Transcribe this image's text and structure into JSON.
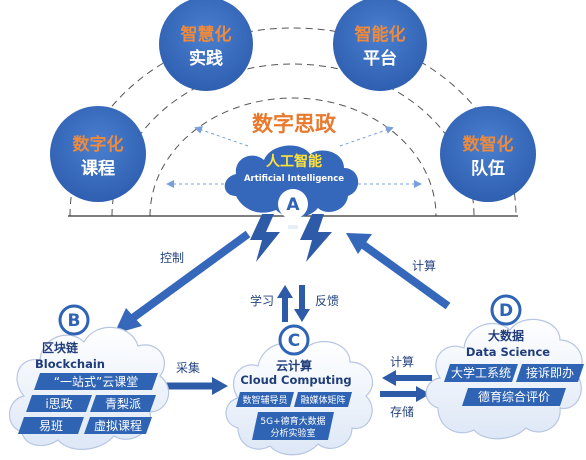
{
  "title": "数字思政",
  "top_circles": [
    {
      "line1": "数字化",
      "line2": "课程"
    },
    {
      "line1": "智慧化",
      "line2": "实践"
    },
    {
      "line1": "智能化",
      "line2": "平台"
    },
    {
      "line1": "数智化",
      "line2": "队伍"
    }
  ],
  "ai": {
    "cn": "人工智能",
    "en": "Artificial Intelligence",
    "letter": "A"
  },
  "arrows": {
    "control": "控制",
    "compute_top": "计算",
    "learn": "学习",
    "feedback": "反馈",
    "collect": "采集",
    "compute_right": "计算",
    "store": "存储"
  },
  "node_b": {
    "letter": "B",
    "cn": "区块链",
    "en": "Blockchain",
    "tags": [
      "“一站式”云课堂",
      "i思政",
      "青梨派",
      "易班",
      "虚拟课程"
    ]
  },
  "node_c": {
    "letter": "C",
    "cn": "云计算",
    "en": "Cloud Computing",
    "tags": [
      "数智辅导员",
      "融媒体矩阵",
      "5G+德育大数据",
      "分析实验室"
    ]
  },
  "node_d": {
    "letter": "D",
    "cn": "大数据",
    "en": "Data Science",
    "tags": [
      "大学工系统",
      "接诉即办",
      "德育综合评价"
    ]
  },
  "colors": {
    "primary_blue": "#3d6fc0",
    "dark_blue": "#2e5ba8",
    "accent_orange": "#e8792d",
    "yellow": "#ffe23a"
  }
}
